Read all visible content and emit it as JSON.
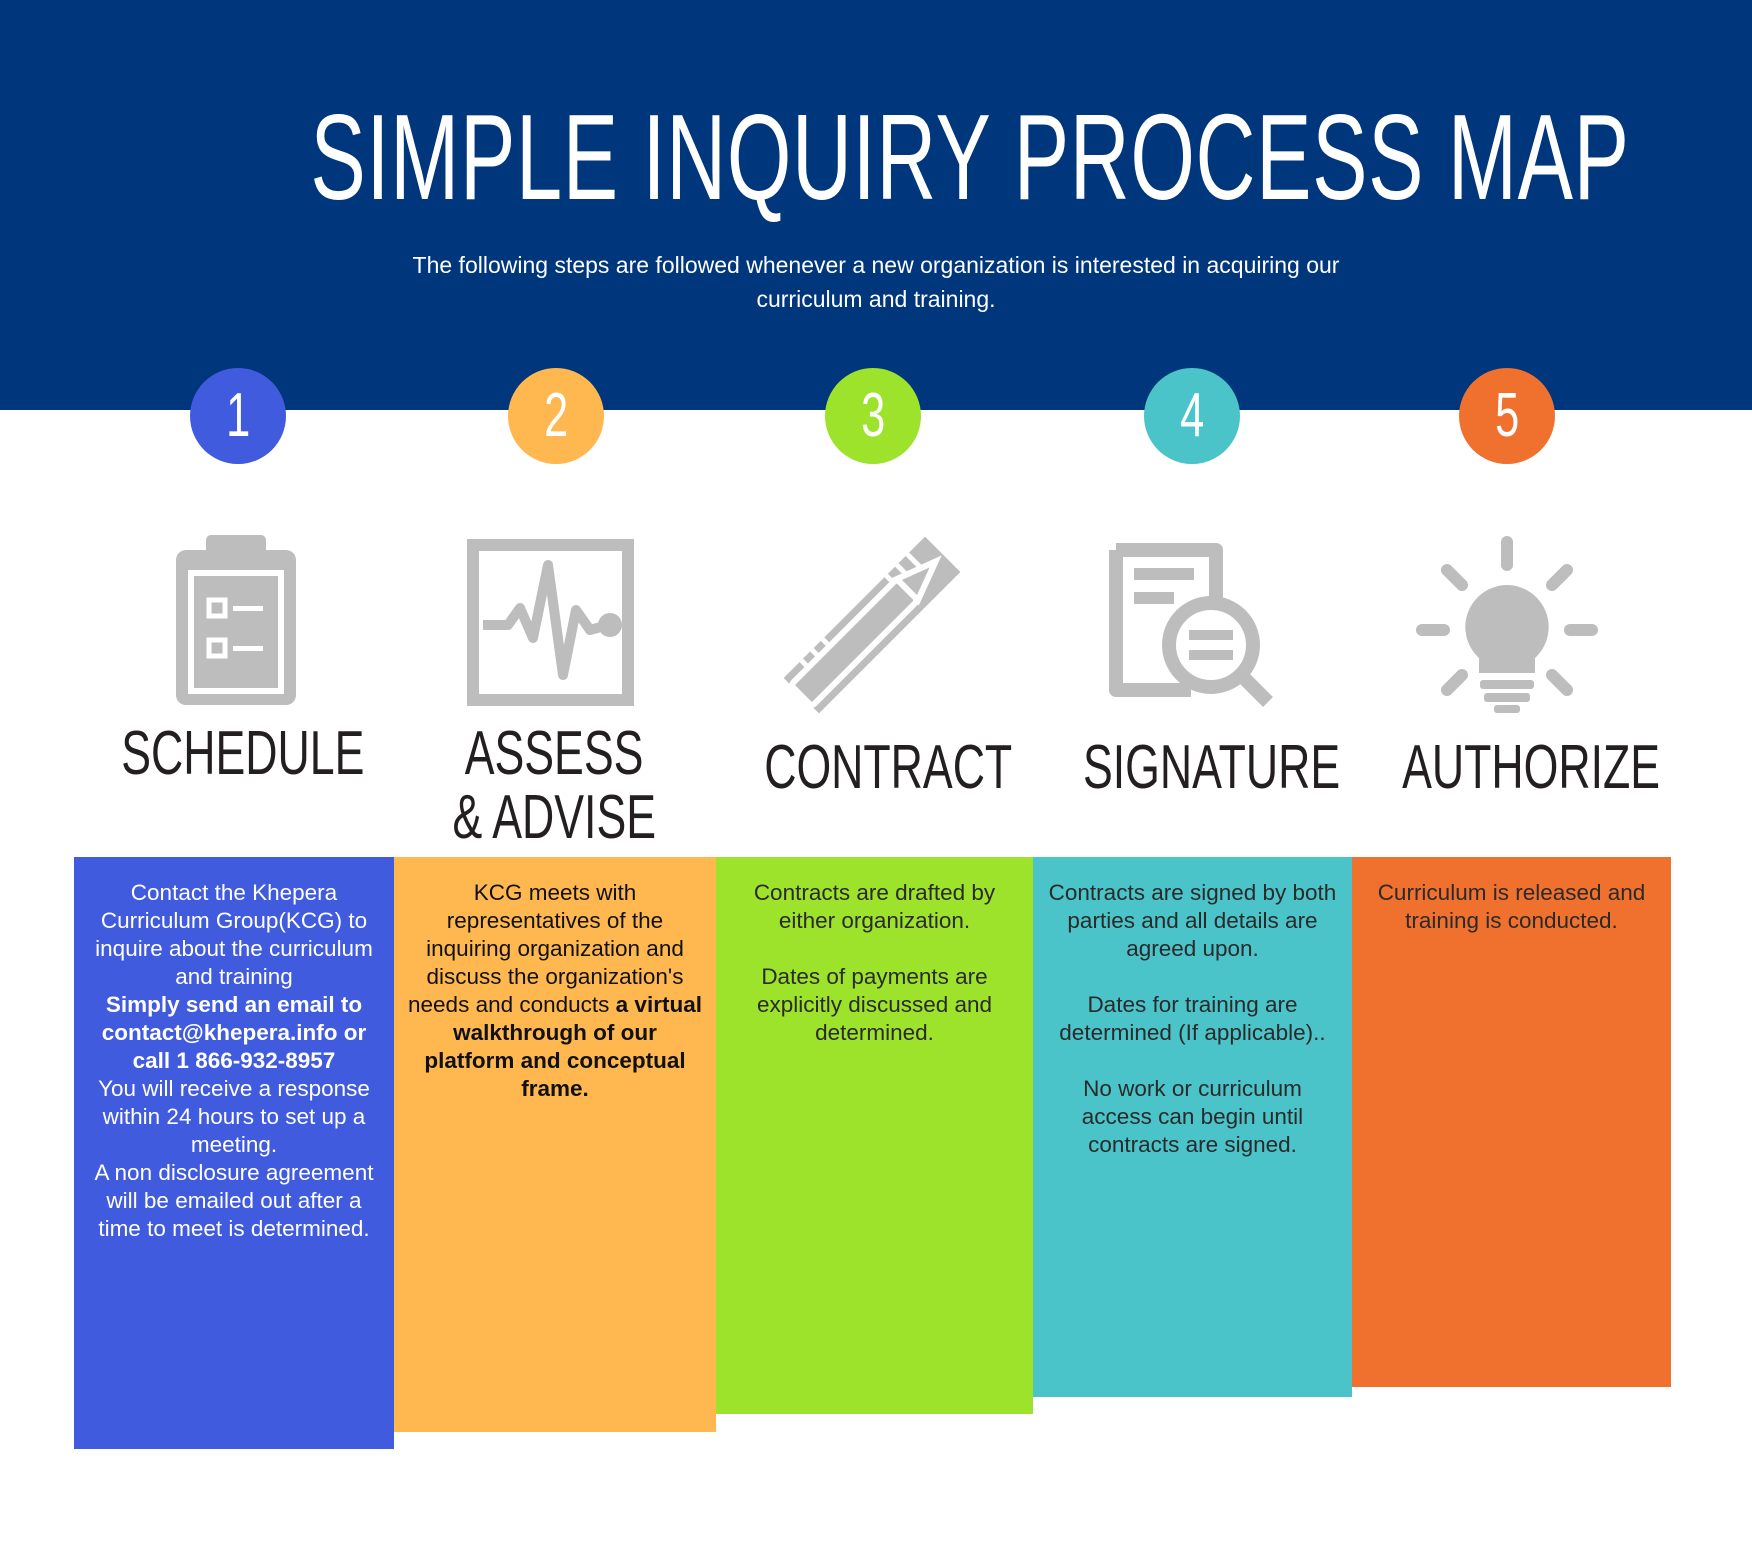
{
  "header": {
    "title": "SIMPLE INQUIRY PROCESS MAP",
    "subtitle": "The following steps are followed whenever a new organization is interested in acquiring our curriculum and training."
  },
  "colors": {
    "header": "#00367B",
    "icon": "#BDBDBD"
  },
  "steps": [
    {
      "number": "1",
      "label": "SCHEDULE",
      "label2": "",
      "icon": "clipboard-checklist-icon",
      "color": "#405BDD",
      "text_color": "#ffffff",
      "paragraphs": [
        [
          {
            "text": "Contact the Khepera Curriculum Group(KCG) to inquire about the curriculum and training",
            "bold": false
          },
          {
            "text": "Simply send an email to contact@khepera.info or call 1 866-932-8957",
            "bold": true
          },
          {
            "text": "You will receive a response within 24 hours to set up a meeting.",
            "bold": false
          },
          {
            "text": "A non disclosure agreement will be emailed out after a time to meet is determined.",
            "bold": false
          }
        ]
      ]
    },
    {
      "number": "2",
      "label": "ASSESS",
      "label2": "& ADVISE",
      "icon": "pulse-monitor-icon",
      "color": "#FFB84F",
      "text_color": "#111111",
      "paragraphs": [
        [
          {
            "text": "KCG meets with representatives of the inquiring organization and discuss the organization's needs and conducts ",
            "bold": false
          },
          {
            "text": "a virtual walkthrough of our platform and conceptual frame.",
            "bold": true
          }
        ]
      ]
    },
    {
      "number": "3",
      "label": "CONTRACT",
      "label2": "",
      "icon": "ruler-pencil-icon",
      "color": "#9DE32B",
      "text_color": "#2a2a2a",
      "paragraphs": [
        [
          {
            "text": "Contracts are drafted by either organization.",
            "bold": false
          }
        ],
        [
          {
            "text": "Dates of payments are explicitly discussed and determined.",
            "bold": false
          }
        ]
      ]
    },
    {
      "number": "4",
      "label": "SIGNATURE",
      "label2": "",
      "icon": "document-search-icon",
      "color": "#4AC4C9",
      "text_color": "#2a2a2a",
      "paragraphs": [
        [
          {
            "text": "Contracts are signed by both parties and all details are agreed upon.",
            "bold": false
          }
        ],
        [
          {
            "text": "Dates for training are determined (If applicable)..",
            "bold": false
          }
        ],
        [
          {
            "text": "No work or curriculum access can begin until contracts are signed.",
            "bold": false
          }
        ]
      ]
    },
    {
      "number": "5",
      "label": "AUTHORIZE",
      "label2": "",
      "icon": "lightbulb-icon",
      "color": "#F0712E",
      "text_color": "#2a2a2a",
      "paragraphs": [
        [
          {
            "text": "Curriculum is released and training is conducted.",
            "bold": false
          }
        ]
      ]
    }
  ]
}
